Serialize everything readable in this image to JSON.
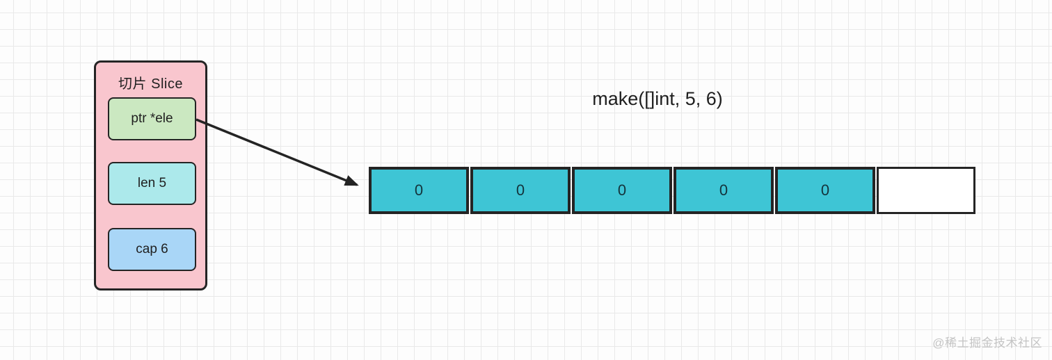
{
  "expression": "make([]int, 5, 6)",
  "slice": {
    "title": "切片 Slice",
    "fields": [
      {
        "label": "ptr *ele"
      },
      {
        "label": "len 5"
      },
      {
        "label": "cap 6"
      }
    ]
  },
  "array": {
    "cells": [
      {
        "value": "0"
      },
      {
        "value": "0"
      },
      {
        "value": "0"
      },
      {
        "value": "0"
      },
      {
        "value": "0"
      },
      {
        "value": ""
      }
    ]
  },
  "watermark": "@稀土掘金技术社区",
  "colors": {
    "background": "#fdfdfd",
    "grid_line": "#e9e9e9",
    "stroke": "#242424",
    "text": "#1f1f1f",
    "panel_fill": "#f9c6ce",
    "ptr_fill": "#cbe8c1",
    "len_fill": "#ace9eb",
    "cap_fill": "#a9d6f7",
    "cell_fill": "#3ec5d5",
    "cell_text": "#14343c",
    "empty_fill": "#ffffff",
    "watermark_color": "#c4c4c4"
  }
}
